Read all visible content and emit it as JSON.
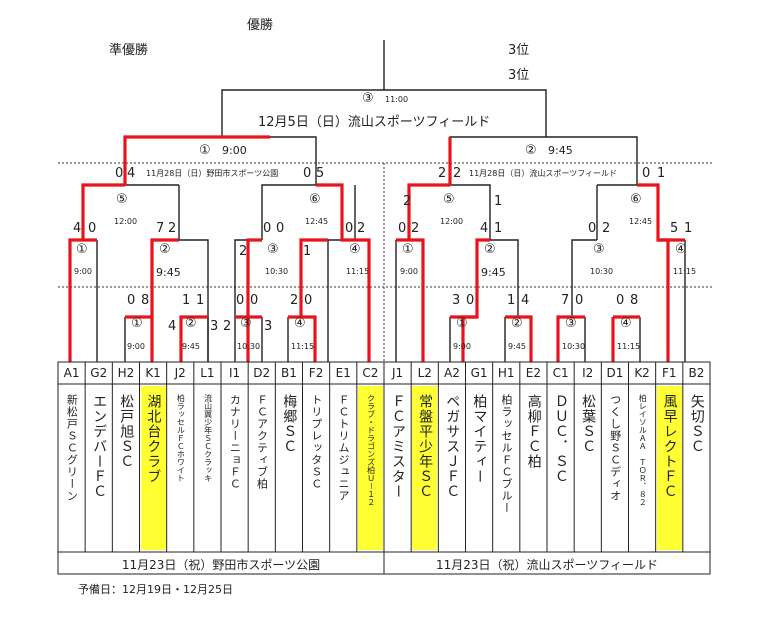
{
  "title": "優勝",
  "runner_up": "準優勝",
  "third_place_1": "3位",
  "third_place_2": "3位",
  "final": {
    "label": "③",
    "time": "11:00",
    "date_venue": "12月5日（日）流山スポーツフィールド"
  },
  "semi_left": {
    "label": "①",
    "time": "9:00"
  },
  "semi_right": {
    "label": "②",
    "time": "9:45"
  },
  "qf_date_left": "11月28日（日）野田市スポーツ公園",
  "qf_date_right": "11月28日（日）流山スポーツフィールド",
  "qf": {
    "l5": "⑤",
    "l5_time": "12:00",
    "l6": "⑥",
    "l6_time": "12:45",
    "r5": "⑤",
    "r5_time": "12:00",
    "r6": "⑥",
    "r6_time": "12:45"
  },
  "r2": {
    "l1": "①",
    "l1_time": "9:00",
    "l2": "②",
    "l2_time": "9:45",
    "l3": "③",
    "l3_time": "10:30",
    "l4": "④",
    "l4_time": "11:15",
    "r1": "①",
    "r1_time": "9:00",
    "r2": "②",
    "r2_time": "9:45",
    "r3": "③",
    "r3_time": "10:30",
    "r4": "④",
    "r4_time": "11:15"
  },
  "r1": {
    "l1": "①",
    "l1_time": "9:00",
    "l2": "②",
    "l2_time": "9:45",
    "l3": "③",
    "l3_time": "10:30",
    "l4": "④",
    "l4_time": "11:15",
    "r1": "①",
    "r1_time": "9:00",
    "r2": "②",
    "r2_time": "9:45",
    "r3": "③",
    "r3_time": "10:30",
    "r4": "④",
    "r4_time": "11:15"
  },
  "scores": {
    "semiL_a": "0",
    "semiL_b": "4",
    "semiL_c": "0",
    "semiL_d": "5",
    "semiR_a": "2",
    "semiR_b": "2",
    "semiR_c": "0",
    "semiR_d": "1",
    "qfL5_a": "4",
    "qfL5_b": "0",
    "qfL5_c": "7",
    "qfL5_d": "2",
    "qfL6_a": "0",
    "qfL6_b": "0",
    "qfL6_c": "0",
    "qfL6_d": "2",
    "qfR5_a": "0",
    "qfR5_b": "2",
    "qfR5_c": "4",
    "qfR5_d": "1",
    "qfR6_a": "0",
    "qfR6_b": "2",
    "qfR6_c": "5",
    "qfR6_d": "1",
    "s2": "2",
    "s1": "1",
    "s2b": "2",
    "s1b": "1",
    "r1L_a": "0",
    "r1L_b": "8",
    "r1L_c": "1",
    "r1L_d": "1",
    "r1L_e": "0",
    "r1L_f": "0",
    "r1L_g": "2",
    "r1L_h": "0",
    "r1R_a": "3",
    "r1R_b": "0",
    "r1R_c": "1",
    "r1R_d": "4",
    "r1R_e": "7",
    "r1R_f": "0",
    "r1R_g": "0",
    "r1R_h": "8",
    "x4": "4",
    "x3": "3",
    "x2": "2",
    "x3b": "3"
  },
  "teams": [
    {
      "code": "A1",
      "name": "新松戸ＳＣグリーン",
      "highlight": false
    },
    {
      "code": "G2",
      "name": "エンデバーＦＣ",
      "highlight": false
    },
    {
      "code": "H2",
      "name": "松戸旭ＳＣ",
      "highlight": false
    },
    {
      "code": "K1",
      "name": "湖北台クラブ",
      "highlight": true
    },
    {
      "code": "J2",
      "name": "柏ラッセルＦＣホワイト",
      "highlight": false
    },
    {
      "code": "L1",
      "name": "流山翼少年ＳＣクラッキ",
      "highlight": false
    },
    {
      "code": "I1",
      "name": "カナリーニョＦＣ",
      "highlight": false
    },
    {
      "code": "D2",
      "name": "ＦＣアクティブ柏",
      "highlight": false
    },
    {
      "code": "B1",
      "name": "梅郷ＳＣ",
      "highlight": false
    },
    {
      "code": "F2",
      "name": "トリプレッタＳＣ",
      "highlight": false
    },
    {
      "code": "E1",
      "name": "ＦＣトリムジュニア",
      "highlight": false
    },
    {
      "code": "C2",
      "name": "クラブ・ドラゴンズ柏Ｕ－１２",
      "highlight": true
    },
    {
      "code": "J1",
      "name": "ＦＣアミスター",
      "highlight": false
    },
    {
      "code": "L2",
      "name": "常盤平少年ＳＣ",
      "highlight": true
    },
    {
      "code": "A2",
      "name": "ペガサスＪＦＣ",
      "highlight": false
    },
    {
      "code": "G1",
      "name": "柏マイティー",
      "highlight": false
    },
    {
      "code": "H1",
      "name": "柏ラッセルＦＣブルー",
      "highlight": false
    },
    {
      "code": "E2",
      "name": "高柳ＦＣ柏",
      "highlight": false
    },
    {
      "code": "C1",
      "name": "ＤＵＣ．ＳＣ",
      "highlight": false
    },
    {
      "code": "I2",
      "name": "松葉ＳＣ",
      "highlight": false
    },
    {
      "code": "D1",
      "name": "つくし野ＳＣディオ",
      "highlight": false
    },
    {
      "code": "K2",
      "name": "柏レイソルＡＡ　ＴＯＲ．８２",
      "highlight": false
    },
    {
      "code": "F1",
      "name": "風早レクトＦＣ",
      "highlight": true
    },
    {
      "code": "B2",
      "name": "矢切ＳＣ",
      "highlight": false
    }
  ],
  "venue_left": "11月23日（祝）野田市スポーツ公園",
  "venue_right": "11月23日（祝）流山スポーツフィールド",
  "reserve": "予備日：12月19日・12月25日",
  "colors": {
    "win": "#e8131b",
    "line": "#222222",
    "highlight": "#ffff33"
  }
}
